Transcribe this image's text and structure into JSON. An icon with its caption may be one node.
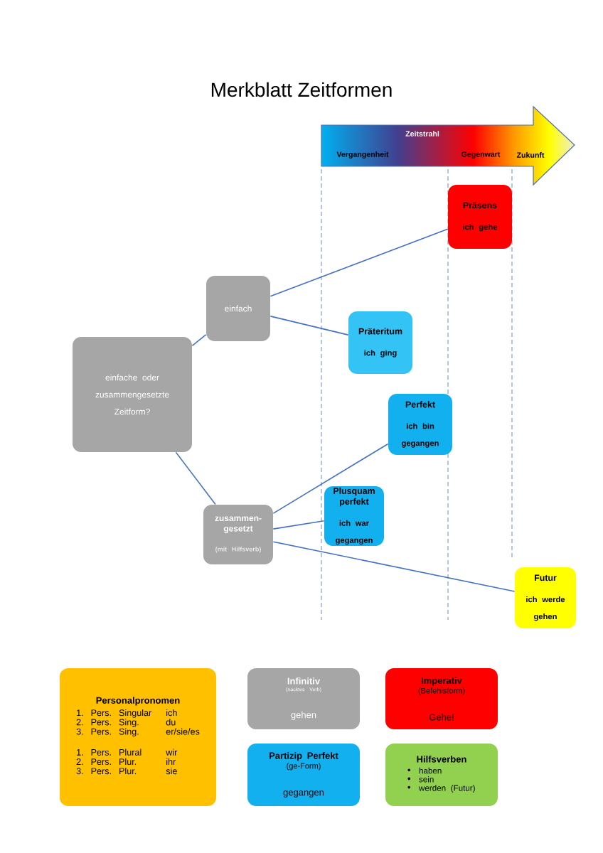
{
  "diagram": {
    "title": "Merkblatt Zeitformen",
    "nodes": [
      {
        "text": [
          "Zeitstrahl",
          "Vergangenheit",
          "Gegenwart",
          "Zukunft"
        ]
      },
      {
        "text": [
          "Präsens",
          "ich gehe"
        ]
      },
      {
        "text": [
          "einfach"
        ]
      },
      {
        "text": [
          "Präteritum",
          "ich ging"
        ]
      },
      {
        "text": [
          "einfache oder zusammengesetzte Zeitform?"
        ]
      },
      {
        "text": [
          "Perfekt",
          "ich bin gegangen"
        ]
      },
      {
        "text": [
          "Plusquam perfekt",
          "ich war gegangen"
        ]
      },
      {
        "text": [
          "zusammen- gesetzt",
          "(mit Hilfsverb)"
        ]
      },
      {
        "text": [
          "Futur",
          "ich werde gehen"
        ]
      },
      {
        "text": [
          "Personalpronomen",
          "1. Pers. Singular",
          "ich",
          "2. Pers. Sing.",
          "du",
          "3. Pers. Sing.",
          "er/sie/es",
          "1. Pers. Plural",
          "wir",
          "2. Pers. Plur.",
          "ihr",
          "3. Pers. Plur.",
          "sie"
        ]
      },
      {
        "text": [
          "Infinitiv",
          "(nacktes Verb)",
          "gehen"
        ]
      },
      {
        "text": [
          "Imperativ",
          "(Befehlsform)",
          "Gehe!"
        ]
      },
      {
        "text": [
          "Partizip Perfekt",
          "(ge-Form)",
          "gegangen"
        ]
      },
      {
        "text": [
          "Hilfsverben",
          "haben",
          "sein",
          "werden (Futur)"
        ]
      }
    ],
    "edges": [
      {
        "from": 4,
        "to": 2,
        "arrow": "none"
      },
      {
        "from": 2,
        "to": 1,
        "arrow": "none"
      },
      {
        "from": 2,
        "to": 3,
        "arrow": "none"
      },
      {
        "from": 4,
        "to": 7,
        "arrow": "none"
      },
      {
        "from": 7,
        "to": 5,
        "arrow": "none"
      },
      {
        "from": 7,
        "to": 6,
        "arrow": "none"
      },
      {
        "from": 7,
        "to": 8,
        "arrow": "none"
      }
    ]
  }
}
